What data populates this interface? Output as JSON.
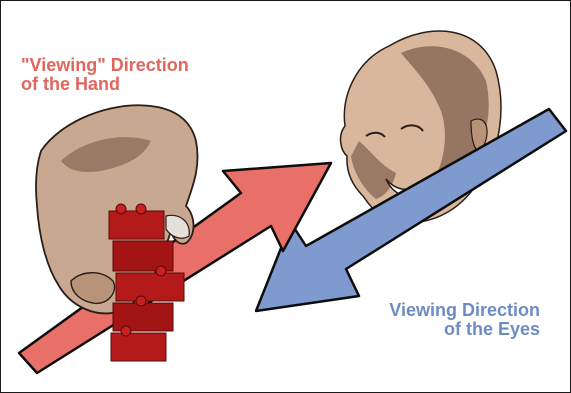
{
  "hand_label": {
    "line1": "\"Viewing\" Direction",
    "line2": "of the Hand"
  },
  "eyes_label": {
    "line1": "Viewing Direction",
    "line2": "of the Eyes"
  },
  "colors": {
    "hand_arrow": "#e87068",
    "eyes_arrow": "#7f9ace",
    "hand_label": "#e0665e",
    "eyes_label": "#6e8cc4",
    "skin_light": "#d9b79c",
    "skin_shadow": "#8a6a58",
    "brick": "#b51a1a"
  }
}
